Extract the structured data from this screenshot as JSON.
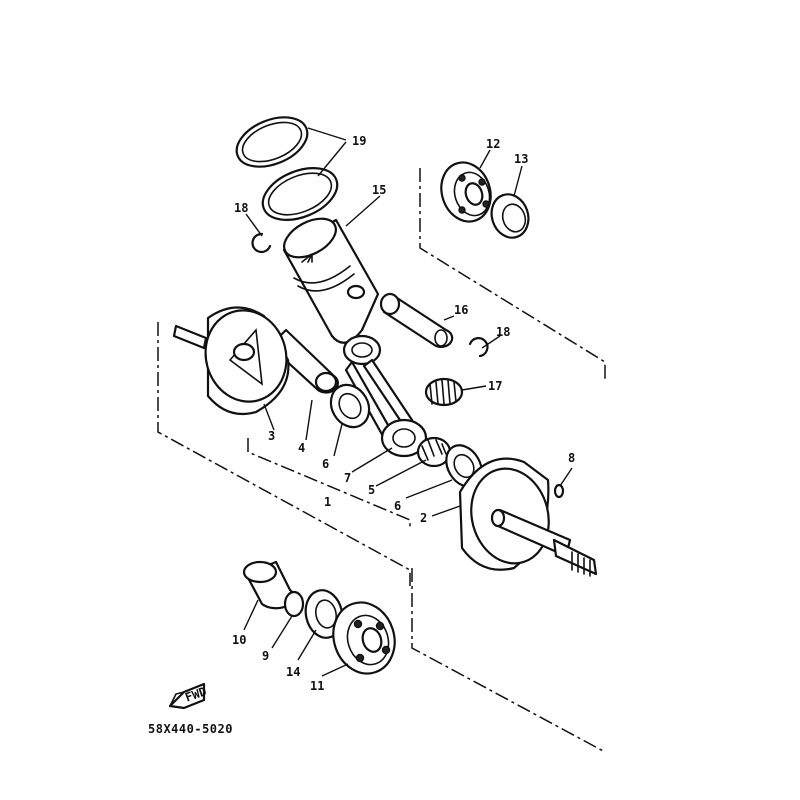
{
  "diagram": {
    "drawing_code": "58X440-5020",
    "front_marker": "FWD",
    "callouts": {
      "c1": "1",
      "c2": "2",
      "c3": "3",
      "c4": "4",
      "c5": "5",
      "c6a": "6",
      "c6b": "6",
      "c7": "7",
      "c8": "8",
      "c9": "9",
      "c10": "10",
      "c11": "11",
      "c12": "12",
      "c13": "13",
      "c14": "14",
      "c15": "15",
      "c16": "16",
      "c17": "17",
      "c18a": "18",
      "c18b": "18",
      "c19": "19"
    }
  }
}
